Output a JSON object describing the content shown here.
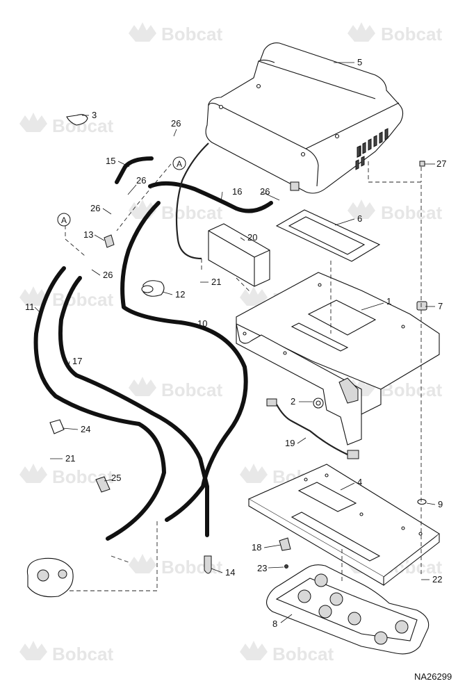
{
  "watermark": {
    "brand": "Bobcat"
  },
  "drawing_number": "NA26299",
  "reference_letter": "A",
  "callouts": {
    "c1": "1",
    "c2": "2",
    "c3": "3",
    "c4": "4",
    "c5": "5",
    "c6": "6",
    "c7": "7",
    "c8": "8",
    "c9": "9",
    "c10": "10",
    "c11": "11",
    "c12": "12",
    "c13": "13",
    "c14": "14",
    "c15": "15",
    "c16": "16",
    "c17": "17",
    "c18": "18",
    "c19": "19",
    "c20": "20",
    "c21": "21",
    "c22": "22",
    "c23": "23",
    "c24": "24",
    "c25": "25",
    "c26": "26",
    "c27": "27"
  },
  "colors": {
    "line": "#111111",
    "watermark": "#e6e6e6",
    "background": "#ffffff"
  }
}
